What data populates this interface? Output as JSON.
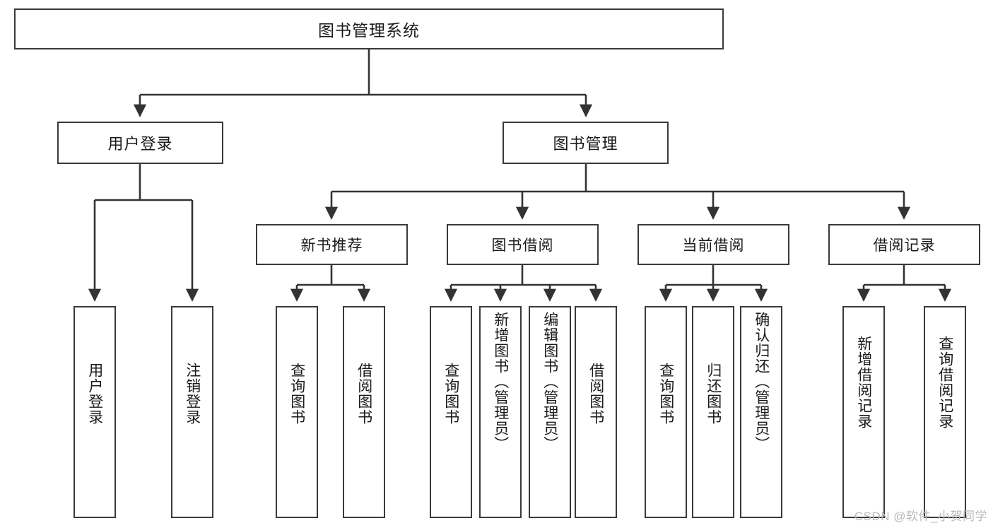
{
  "diagram": {
    "type": "tree-hierarchy",
    "title": "图书管理系统",
    "root": {
      "id": "root",
      "label": "图书管理系统",
      "level": 1
    },
    "level2": [
      {
        "id": "user-login",
        "label": "用户登录"
      },
      {
        "id": "book-management",
        "label": "图书管理"
      }
    ],
    "level3": [
      {
        "id": "new-book-recommend",
        "label": "新书推荐",
        "parent": "book-management"
      },
      {
        "id": "book-borrow",
        "label": "图书借阅",
        "parent": "book-management"
      },
      {
        "id": "current-borrow",
        "label": "当前借阅",
        "parent": "book-management"
      },
      {
        "id": "borrow-record",
        "label": "借阅记录",
        "parent": "book-management"
      }
    ],
    "leaves": [
      {
        "id": "leaf-user-login",
        "label": "用户登录",
        "parent": "user-login"
      },
      {
        "id": "leaf-logout-login",
        "label": "注销登录",
        "parent": "user-login"
      },
      {
        "id": "leaf-query-book-1",
        "label": "查询图书",
        "parent": "new-book-recommend"
      },
      {
        "id": "leaf-borrow-book-1",
        "label": "借阅图书",
        "parent": "new-book-recommend"
      },
      {
        "id": "leaf-query-book-2",
        "label": "查询图书",
        "parent": "book-borrow"
      },
      {
        "id": "leaf-add-book",
        "label": "新增图书（管理员）",
        "parent": "book-borrow"
      },
      {
        "id": "leaf-edit-book",
        "label": "编辑图书（管理员）",
        "parent": "book-borrow"
      },
      {
        "id": "leaf-borrow-book-2",
        "label": "借阅图书",
        "parent": "book-borrow"
      },
      {
        "id": "leaf-query-book-3",
        "label": "查询图书",
        "parent": "current-borrow"
      },
      {
        "id": "leaf-return-book",
        "label": "归还图书",
        "parent": "current-borrow"
      },
      {
        "id": "leaf-confirm-return",
        "label": "确认归还（管理员）",
        "parent": "current-borrow"
      },
      {
        "id": "leaf-add-record",
        "label": "新增借阅记录",
        "parent": "borrow-record"
      },
      {
        "id": "leaf-query-record",
        "label": "查询借阅记录",
        "parent": "borrow-record"
      }
    ],
    "colors": {
      "border": "#3a3a3a",
      "text": "#1a1a1a",
      "background": "#ffffff",
      "edge": "#333333",
      "watermark": "#b9b9b9"
    }
  },
  "watermark": {
    "text": "CSDN @软件_小贺同学"
  }
}
